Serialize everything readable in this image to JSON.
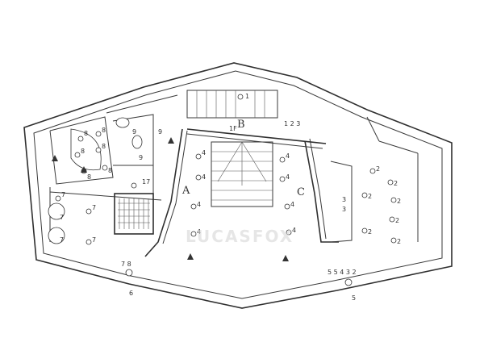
{
  "room_labels": [
    "A",
    "B",
    "C"
  ],
  "watermark": "LUCASFOX",
  "fixture_labels": [
    {
      "t": "8"
    },
    {
      "t": "8"
    },
    {
      "t": "8"
    },
    {
      "t": "8"
    },
    {
      "t": "8"
    },
    {
      "t": "8"
    },
    {
      "t": "7"
    },
    {
      "t": "7"
    },
    {
      "t": "7"
    },
    {
      "t": "7"
    },
    {
      "t": "7"
    },
    {
      "t": "9"
    },
    {
      "t": "9"
    },
    {
      "t": "9"
    },
    {
      "t": "17"
    },
    {
      "t": "1"
    },
    {
      "t": "1F"
    },
    {
      "t": "4"
    },
    {
      "t": "4"
    },
    {
      "t": "4"
    },
    {
      "t": "4"
    },
    {
      "t": "4"
    },
    {
      "t": "4"
    },
    {
      "t": "4"
    },
    {
      "t": "4"
    },
    {
      "t": "2"
    },
    {
      "t": "2"
    },
    {
      "t": "2"
    },
    {
      "t": "2"
    },
    {
      "t": "2"
    },
    {
      "t": "2"
    },
    {
      "t": "2"
    },
    {
      "t": "3"
    },
    {
      "t": "3"
    },
    {
      "t": "5"
    },
    {
      "t": "6"
    },
    {
      "t": "1 2 3"
    },
    {
      "t": "5 5 4 3 2"
    },
    {
      "t": "7 8"
    }
  ]
}
